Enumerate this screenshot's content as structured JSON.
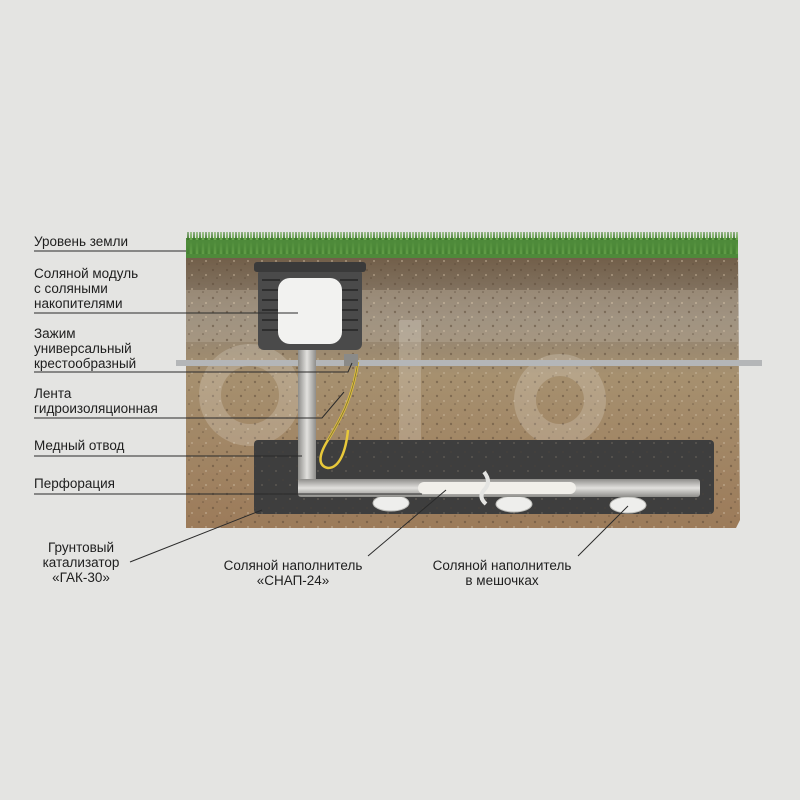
{
  "labels": {
    "ground_level": "Уровень земли",
    "salt_module": "Соляной модуль\nс соляными\nнакопителями",
    "clamp": "Зажим\nуниверсальный\nкрестообразный",
    "tape": "Лента\nгидроизоляционная",
    "copper_lead": "Медный отвод",
    "perforation": "Перфорация",
    "ground_catalyst": "Грунтовый\nкатализатор\n«ГАК-30»",
    "salt_filler": "Соляной наполнитель\n«СНАП-24»",
    "salt_bags": "Соляной наполнитель\nв мешочках"
  },
  "colors": {
    "background": "#e4e4e2",
    "grass": "#4e8a3a",
    "topsoil": "#7a6248",
    "gravel_layer": "#9c8f7c",
    "soil": "#a48262",
    "catalyst": "#3e3e3e",
    "pipe": "#bdbcb8",
    "module_shell": "#4a4a4a",
    "module_core": "#f2f2f0",
    "leader_line": "#2a2a2a",
    "tape": "#e8c83a"
  }
}
